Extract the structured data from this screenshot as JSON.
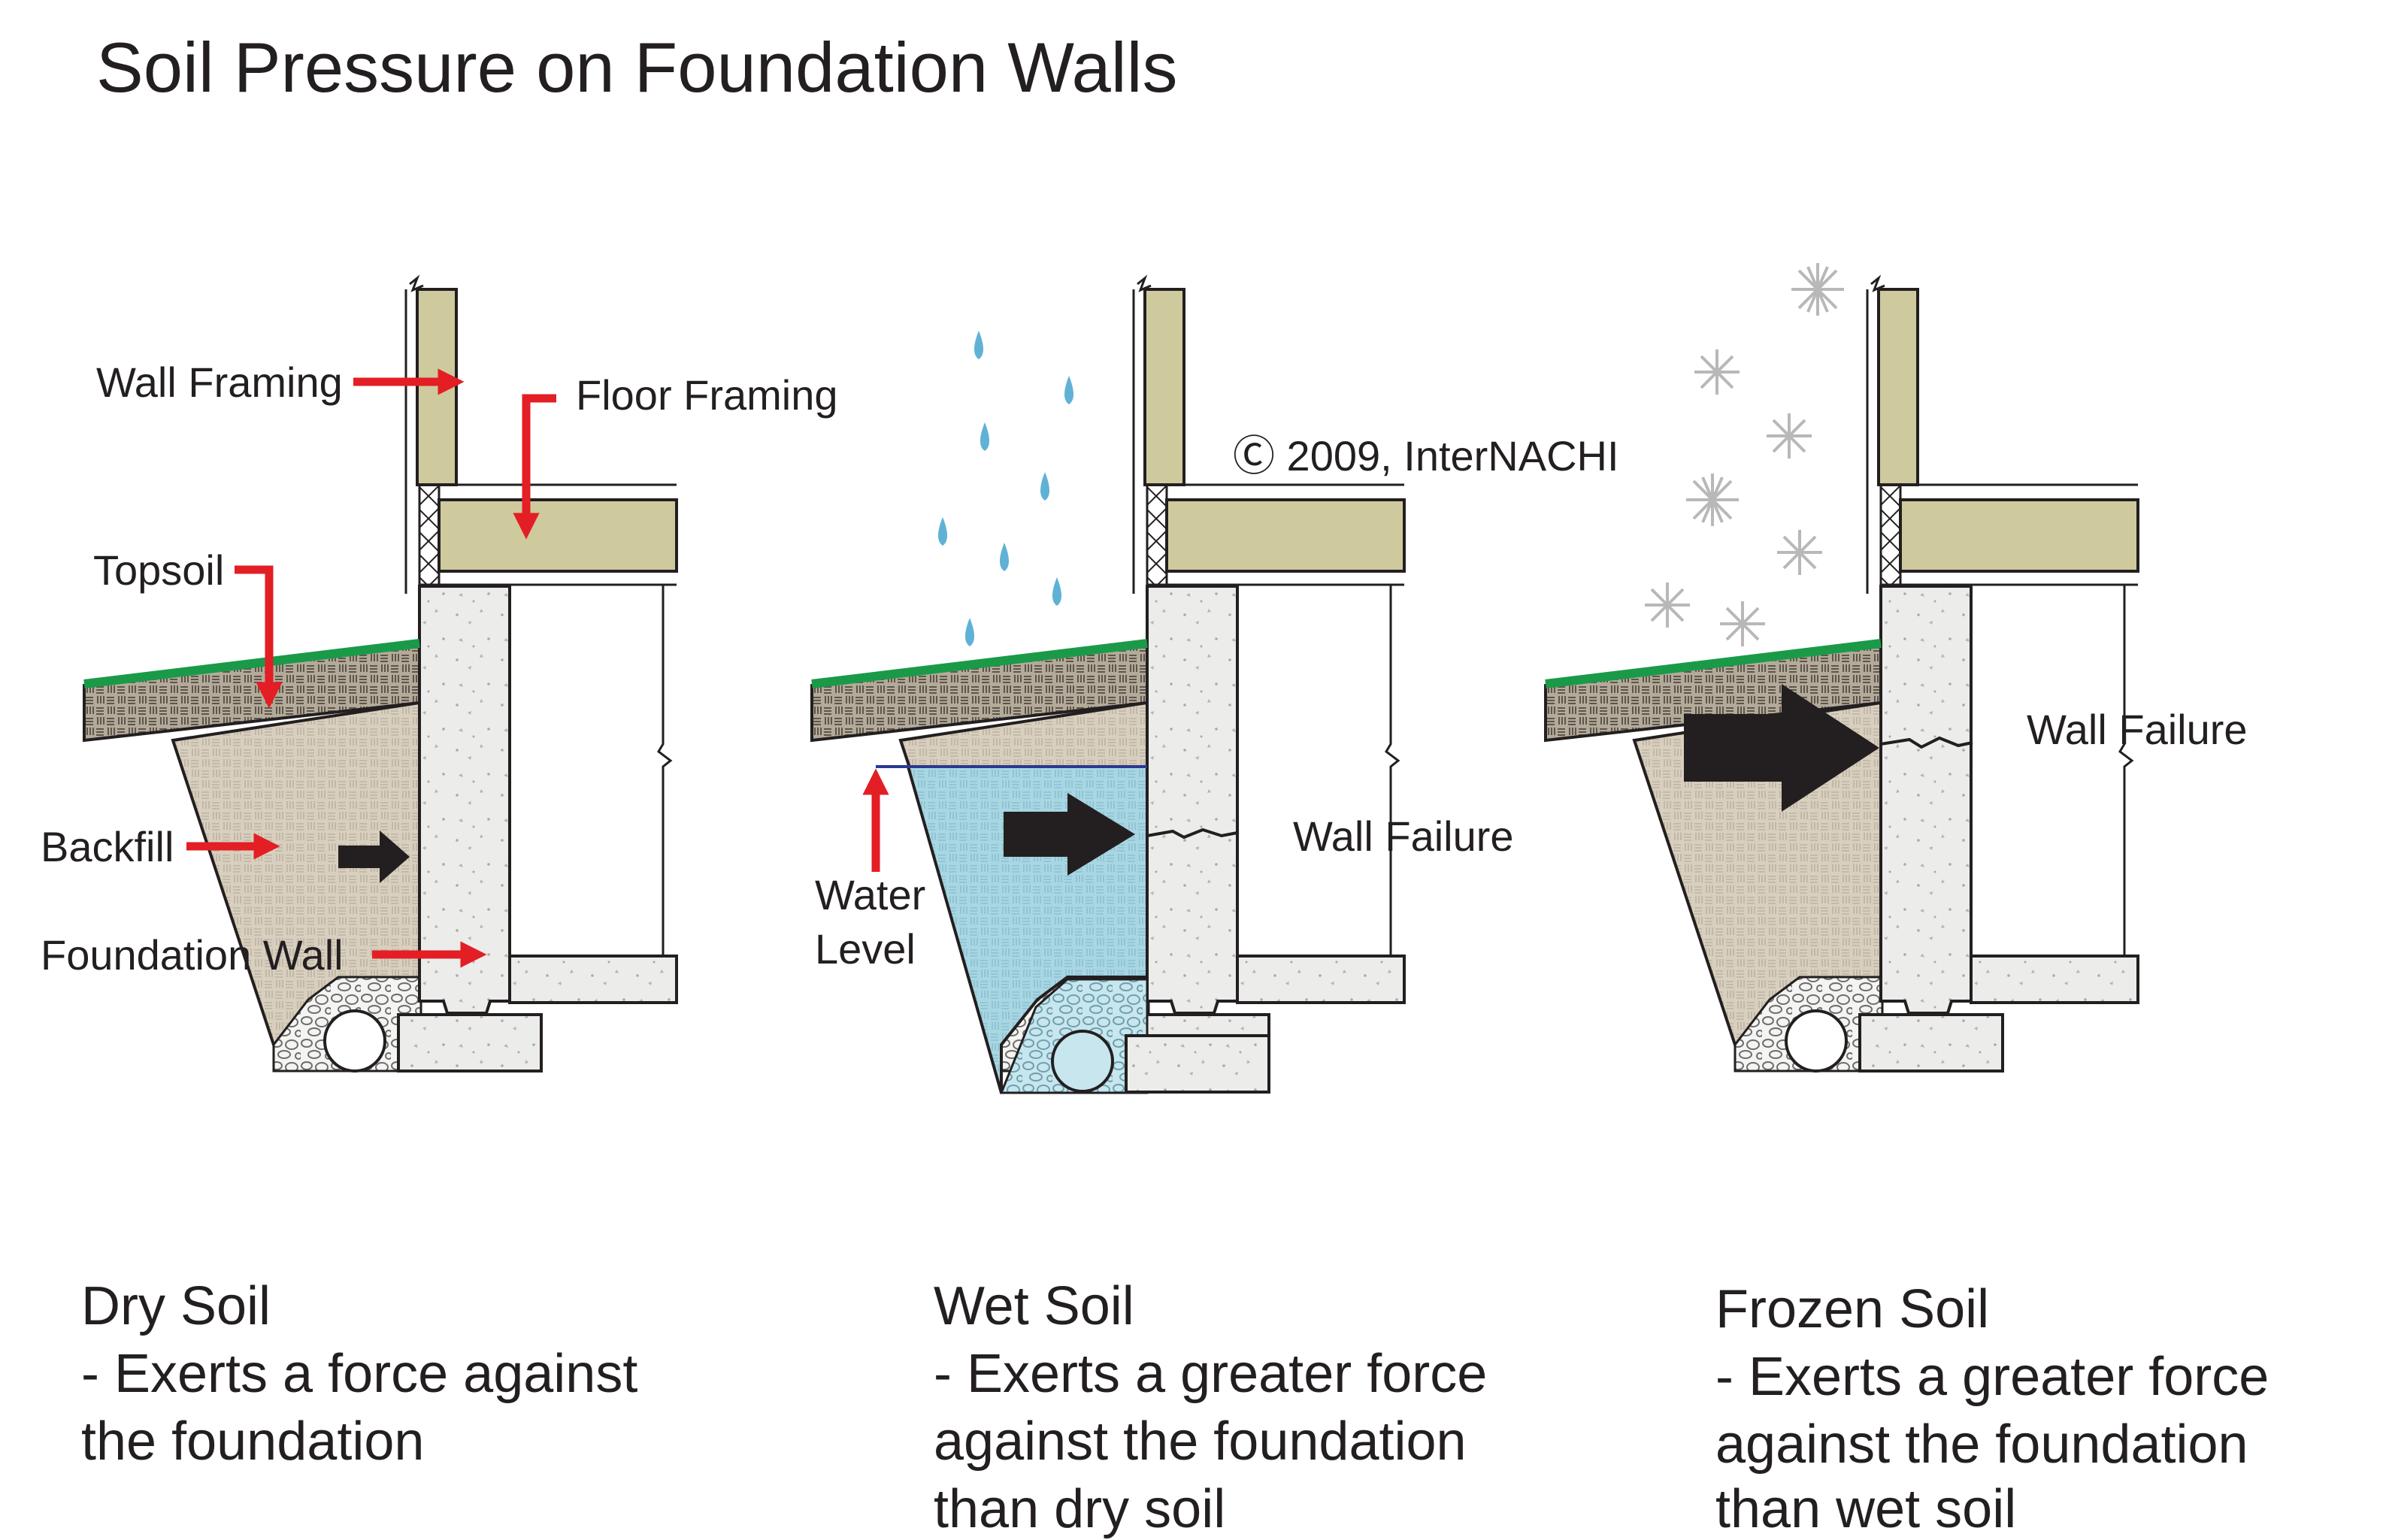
{
  "title": "Soil Pressure on Foundation Walls",
  "copyright": "Ⓒ 2009, InterNACHI",
  "labels": {
    "wall_framing": "Wall Framing",
    "floor_framing": "Floor Framing",
    "topsoil": "Topsoil",
    "backfill": "Backfill",
    "foundation_wall": "Foundation Wall",
    "water_level": [
      "Water",
      "Level"
    ],
    "wall_failure": "Wall Failure"
  },
  "panels": [
    {
      "title": "Dry Soil",
      "desc": [
        "- Exerts a force against",
        "the foundation"
      ]
    },
    {
      "title": "Wet Soil",
      "desc": [
        "- Exerts a greater force",
        "against the foundation",
        "than dry soil"
      ]
    },
    {
      "title": "Frozen Soil",
      "desc": [
        "- Exerts a greater force",
        "against the foundation",
        "than wet soil"
      ]
    }
  ],
  "colors": {
    "grass": "#1a9a48",
    "framing": "#cfca9e",
    "concrete": "#ececea",
    "backfill": "#d8cfbf",
    "topsoil": "#b4aa9a",
    "water": "#a9d6e3",
    "label_arrow": "#e31e24",
    "force_arrow": "#231f20",
    "raindrop": "#5fb2d6",
    "snowflake": "#b8b8b8"
  }
}
